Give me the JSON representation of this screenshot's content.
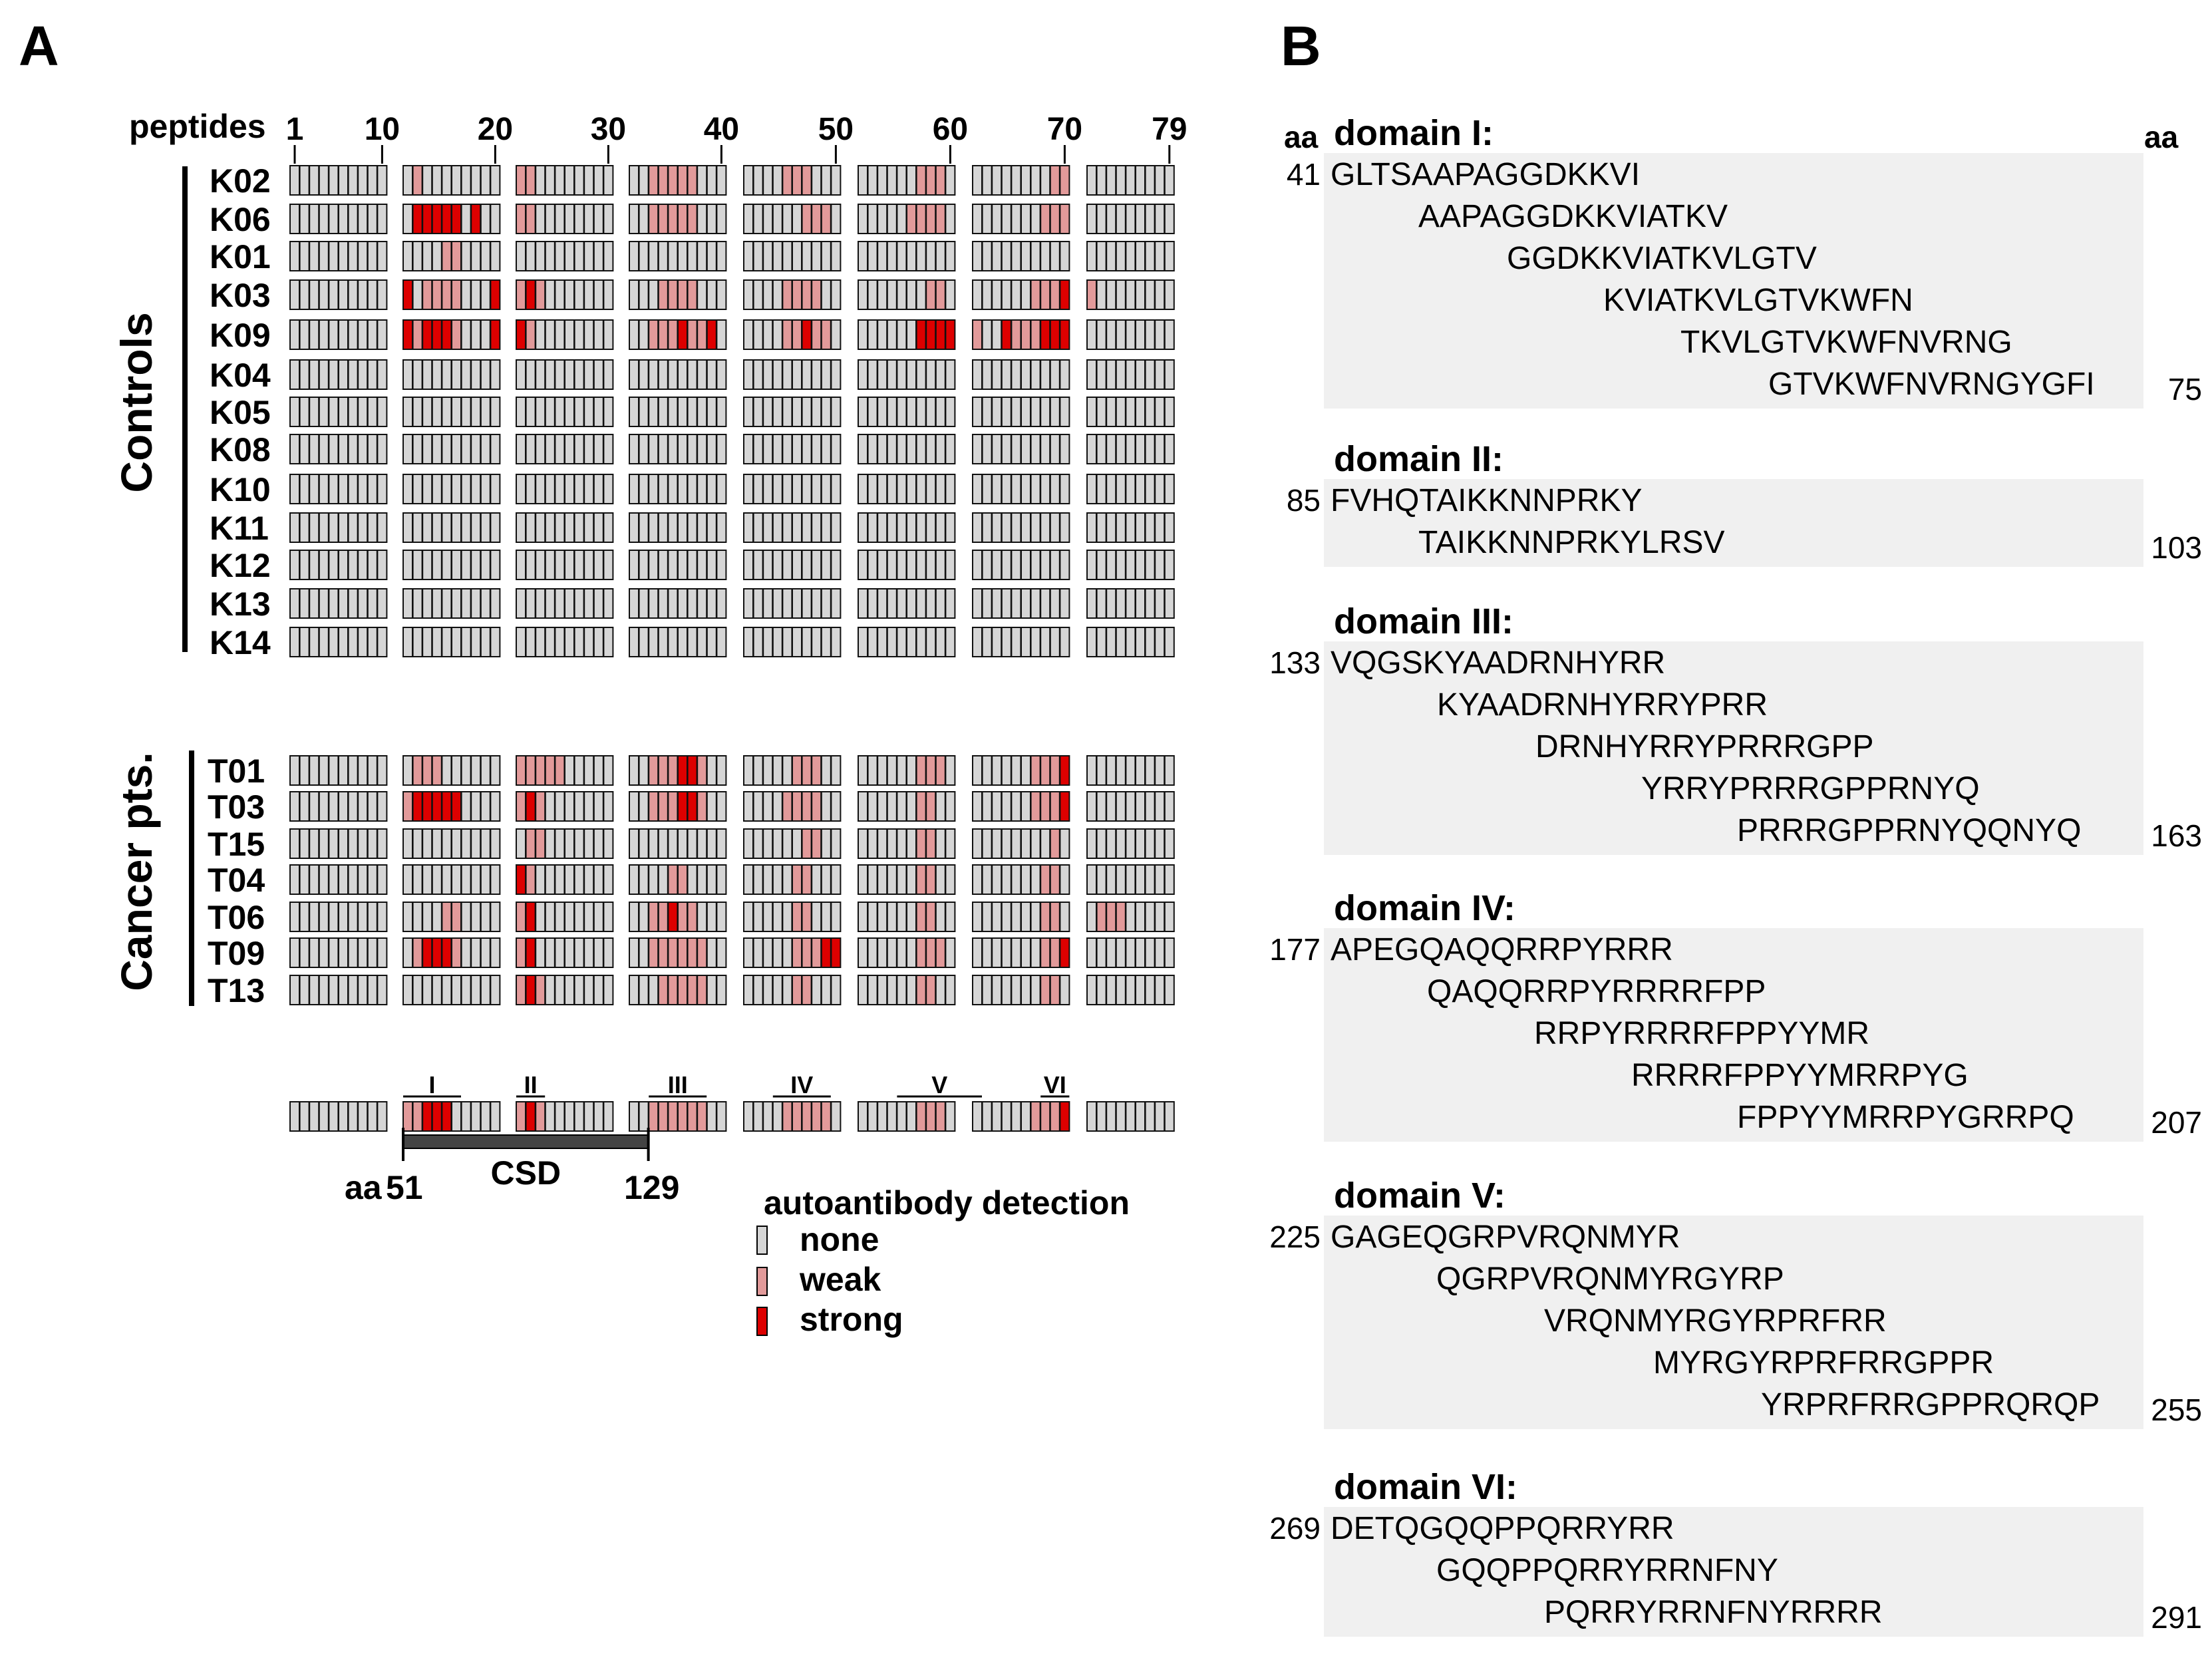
{
  "panels": {
    "a": "A",
    "b": "B"
  },
  "colors": {
    "none": "#d6d6d6",
    "weak": "#e29a9a",
    "strong": "#dd0000",
    "box_bg": "#f0f0f0"
  },
  "panel_a": {
    "peptides_label": "peptides",
    "peptide_ticks": [
      "1",
      "10",
      "20",
      "30",
      "40",
      "50",
      "60",
      "70",
      "79"
    ],
    "controls_label": "Controls",
    "cancer_label": "Cancer pts.",
    "controls": [
      {
        "id": "K02",
        "weak": [
          12,
          21,
          22,
          33,
          34,
          35,
          36,
          37,
          45,
          46,
          47,
          57,
          58,
          59,
          69,
          70
        ],
        "strong": []
      },
      {
        "id": "K06",
        "weak": [
          21,
          22,
          33,
          34,
          35,
          36,
          37,
          47,
          48,
          49,
          56,
          57,
          58,
          59,
          68,
          69,
          70
        ],
        "strong": [
          12,
          13,
          14,
          15,
          16,
          18
        ]
      },
      {
        "id": "K01",
        "weak": [
          15,
          16
        ],
        "strong": []
      },
      {
        "id": "K03",
        "weak": [
          13,
          14,
          15,
          16,
          21,
          23,
          34,
          35,
          36,
          37,
          45,
          46,
          47,
          48,
          58,
          59,
          67,
          68,
          69,
          71
        ],
        "strong": [
          11,
          20,
          22,
          70
        ]
      },
      {
        "id": "K09",
        "weak": [
          12,
          16,
          22,
          33,
          34,
          35,
          37,
          38,
          45,
          46,
          48,
          49,
          61,
          65,
          66,
          67
        ],
        "strong": [
          11,
          13,
          14,
          15,
          20,
          21,
          36,
          39,
          47,
          57,
          58,
          59,
          60,
          64,
          68,
          69,
          70
        ]
      },
      {
        "id": "K04",
        "weak": [],
        "strong": []
      },
      {
        "id": "K05",
        "weak": [],
        "strong": []
      },
      {
        "id": "K08",
        "weak": [],
        "strong": []
      },
      {
        "id": "K10",
        "weak": [],
        "strong": []
      },
      {
        "id": "K11",
        "weak": [],
        "strong": []
      },
      {
        "id": "K12",
        "weak": [],
        "strong": []
      },
      {
        "id": "K13",
        "weak": [],
        "strong": []
      },
      {
        "id": "K14",
        "weak": [],
        "strong": []
      }
    ],
    "patients": [
      {
        "id": "T01",
        "weak": [
          12,
          13,
          14,
          21,
          22,
          23,
          24,
          25,
          33,
          34,
          35,
          38,
          46,
          47,
          48,
          57,
          58,
          59,
          67,
          68,
          69
        ],
        "strong": [
          36,
          37,
          70
        ]
      },
      {
        "id": "T03",
        "weak": [
          11,
          21,
          23,
          33,
          34,
          35,
          38,
          45,
          46,
          47,
          48,
          57,
          58,
          67,
          68,
          69
        ],
        "strong": [
          12,
          13,
          14,
          15,
          16,
          22,
          36,
          37,
          70
        ]
      },
      {
        "id": "T15",
        "weak": [
          22,
          23,
          47,
          48,
          57,
          58,
          69
        ],
        "strong": []
      },
      {
        "id": "T04",
        "weak": [
          22,
          35,
          36,
          46,
          47,
          57,
          58,
          68,
          69
        ],
        "strong": [
          21
        ]
      },
      {
        "id": "T06",
        "weak": [
          15,
          16,
          21,
          33,
          34,
          36,
          37,
          46,
          47,
          57,
          58,
          68,
          69,
          72,
          73,
          74
        ],
        "strong": [
          22,
          35
        ]
      },
      {
        "id": "T09",
        "weak": [
          12,
          16,
          21,
          33,
          34,
          35,
          36,
          37,
          38,
          46,
          47,
          48,
          57,
          58,
          59,
          68,
          69
        ],
        "strong": [
          13,
          14,
          15,
          22,
          49,
          50,
          70
        ]
      },
      {
        "id": "T13",
        "weak": [
          21,
          23,
          34,
          35,
          36,
          37,
          38,
          46,
          47,
          57,
          58,
          68,
          69
        ],
        "strong": [
          22
        ]
      }
    ],
    "summary": {
      "weak": [
        11,
        12,
        21,
        22,
        23,
        33,
        34,
        35,
        36,
        37,
        38,
        45,
        46,
        47,
        48,
        49,
        57,
        58,
        59,
        67,
        68,
        69
      ],
      "strong": [
        13,
        14,
        15,
        22,
        70
      ]
    },
    "domain_labels": [
      {
        "label": "I",
        "from": 11,
        "to": 16
      },
      {
        "label": "II",
        "from": 21,
        "to": 23
      },
      {
        "label": "III",
        "from": 33,
        "to": 38
      },
      {
        "label": "IV",
        "from": 44,
        "to": 49
      },
      {
        "label": "V",
        "from": 55,
        "to": 61
      },
      {
        "label": "VI",
        "from": 68,
        "to": 70
      }
    ],
    "csd": {
      "label": "CSD",
      "aa_prefix": "aa",
      "start": "51",
      "end": "129",
      "from_peptide": 11,
      "to_peptide": 32
    },
    "legend": {
      "title": "autoantibody detection",
      "none": "none",
      "weak": "weak",
      "strong": "strong"
    }
  },
  "panel_b": {
    "aa_left": "aa",
    "aa_right": "aa",
    "domains": [
      {
        "title": "domain I:",
        "start": "41",
        "end": "75",
        "lines": [
          "GLTSAAPAGGDKKVI",
          "AAPAGGDKKVIATKV",
          "GGDKKVIATKVLGTV",
          "KVIATKVLGTVKWFN",
          "TKVLGTVKWFNVRNG",
          "GTVKWFNVRNGYGFI"
        ]
      },
      {
        "title": "domain II:",
        "start": "85",
        "end": "103",
        "lines": [
          "FVHQTAIKKNNPRKY",
          "TAIKKNNPRKYLRSV"
        ]
      },
      {
        "title": "domain III:",
        "start": "133",
        "end": "163",
        "lines": [
          "VQGSKYAADRNHYRR",
          "KYAADRNHYRRYPRR",
          "DRNHYRRYPRRRGPP",
          "YRRYPRRRGPPRNYQ",
          "PRRRGPPRNYQQNYQ"
        ]
      },
      {
        "title": "domain IV:",
        "start": "177",
        "end": "207",
        "lines": [
          "APEGQAQQRRPYRRR",
          "QAQQRRPYRRRRFPP",
          "RRPYRRRRFPPYYMR",
          "RRRRFPPYYMRRPYG",
          "FPPYYMRRPYGRRPQ"
        ]
      },
      {
        "title": "domain V:",
        "start": "225",
        "end": "255",
        "lines": [
          "GAGEQGRPVRQNMYR",
          "QGRPVRQNMYRGYRP",
          "VRQNMYRGYRPRFRR",
          "MYRGYRPRFRRGPPR",
          "YRPRFRRGPPRQRQP"
        ]
      },
      {
        "title": "domain VI:",
        "start": "269",
        "end": "291",
        "lines": [
          "DETQGQQPPQRRYRR",
          "GQQPPQRRYRRNFNY",
          "PQRRYRRNFNYRRRR"
        ]
      }
    ]
  }
}
